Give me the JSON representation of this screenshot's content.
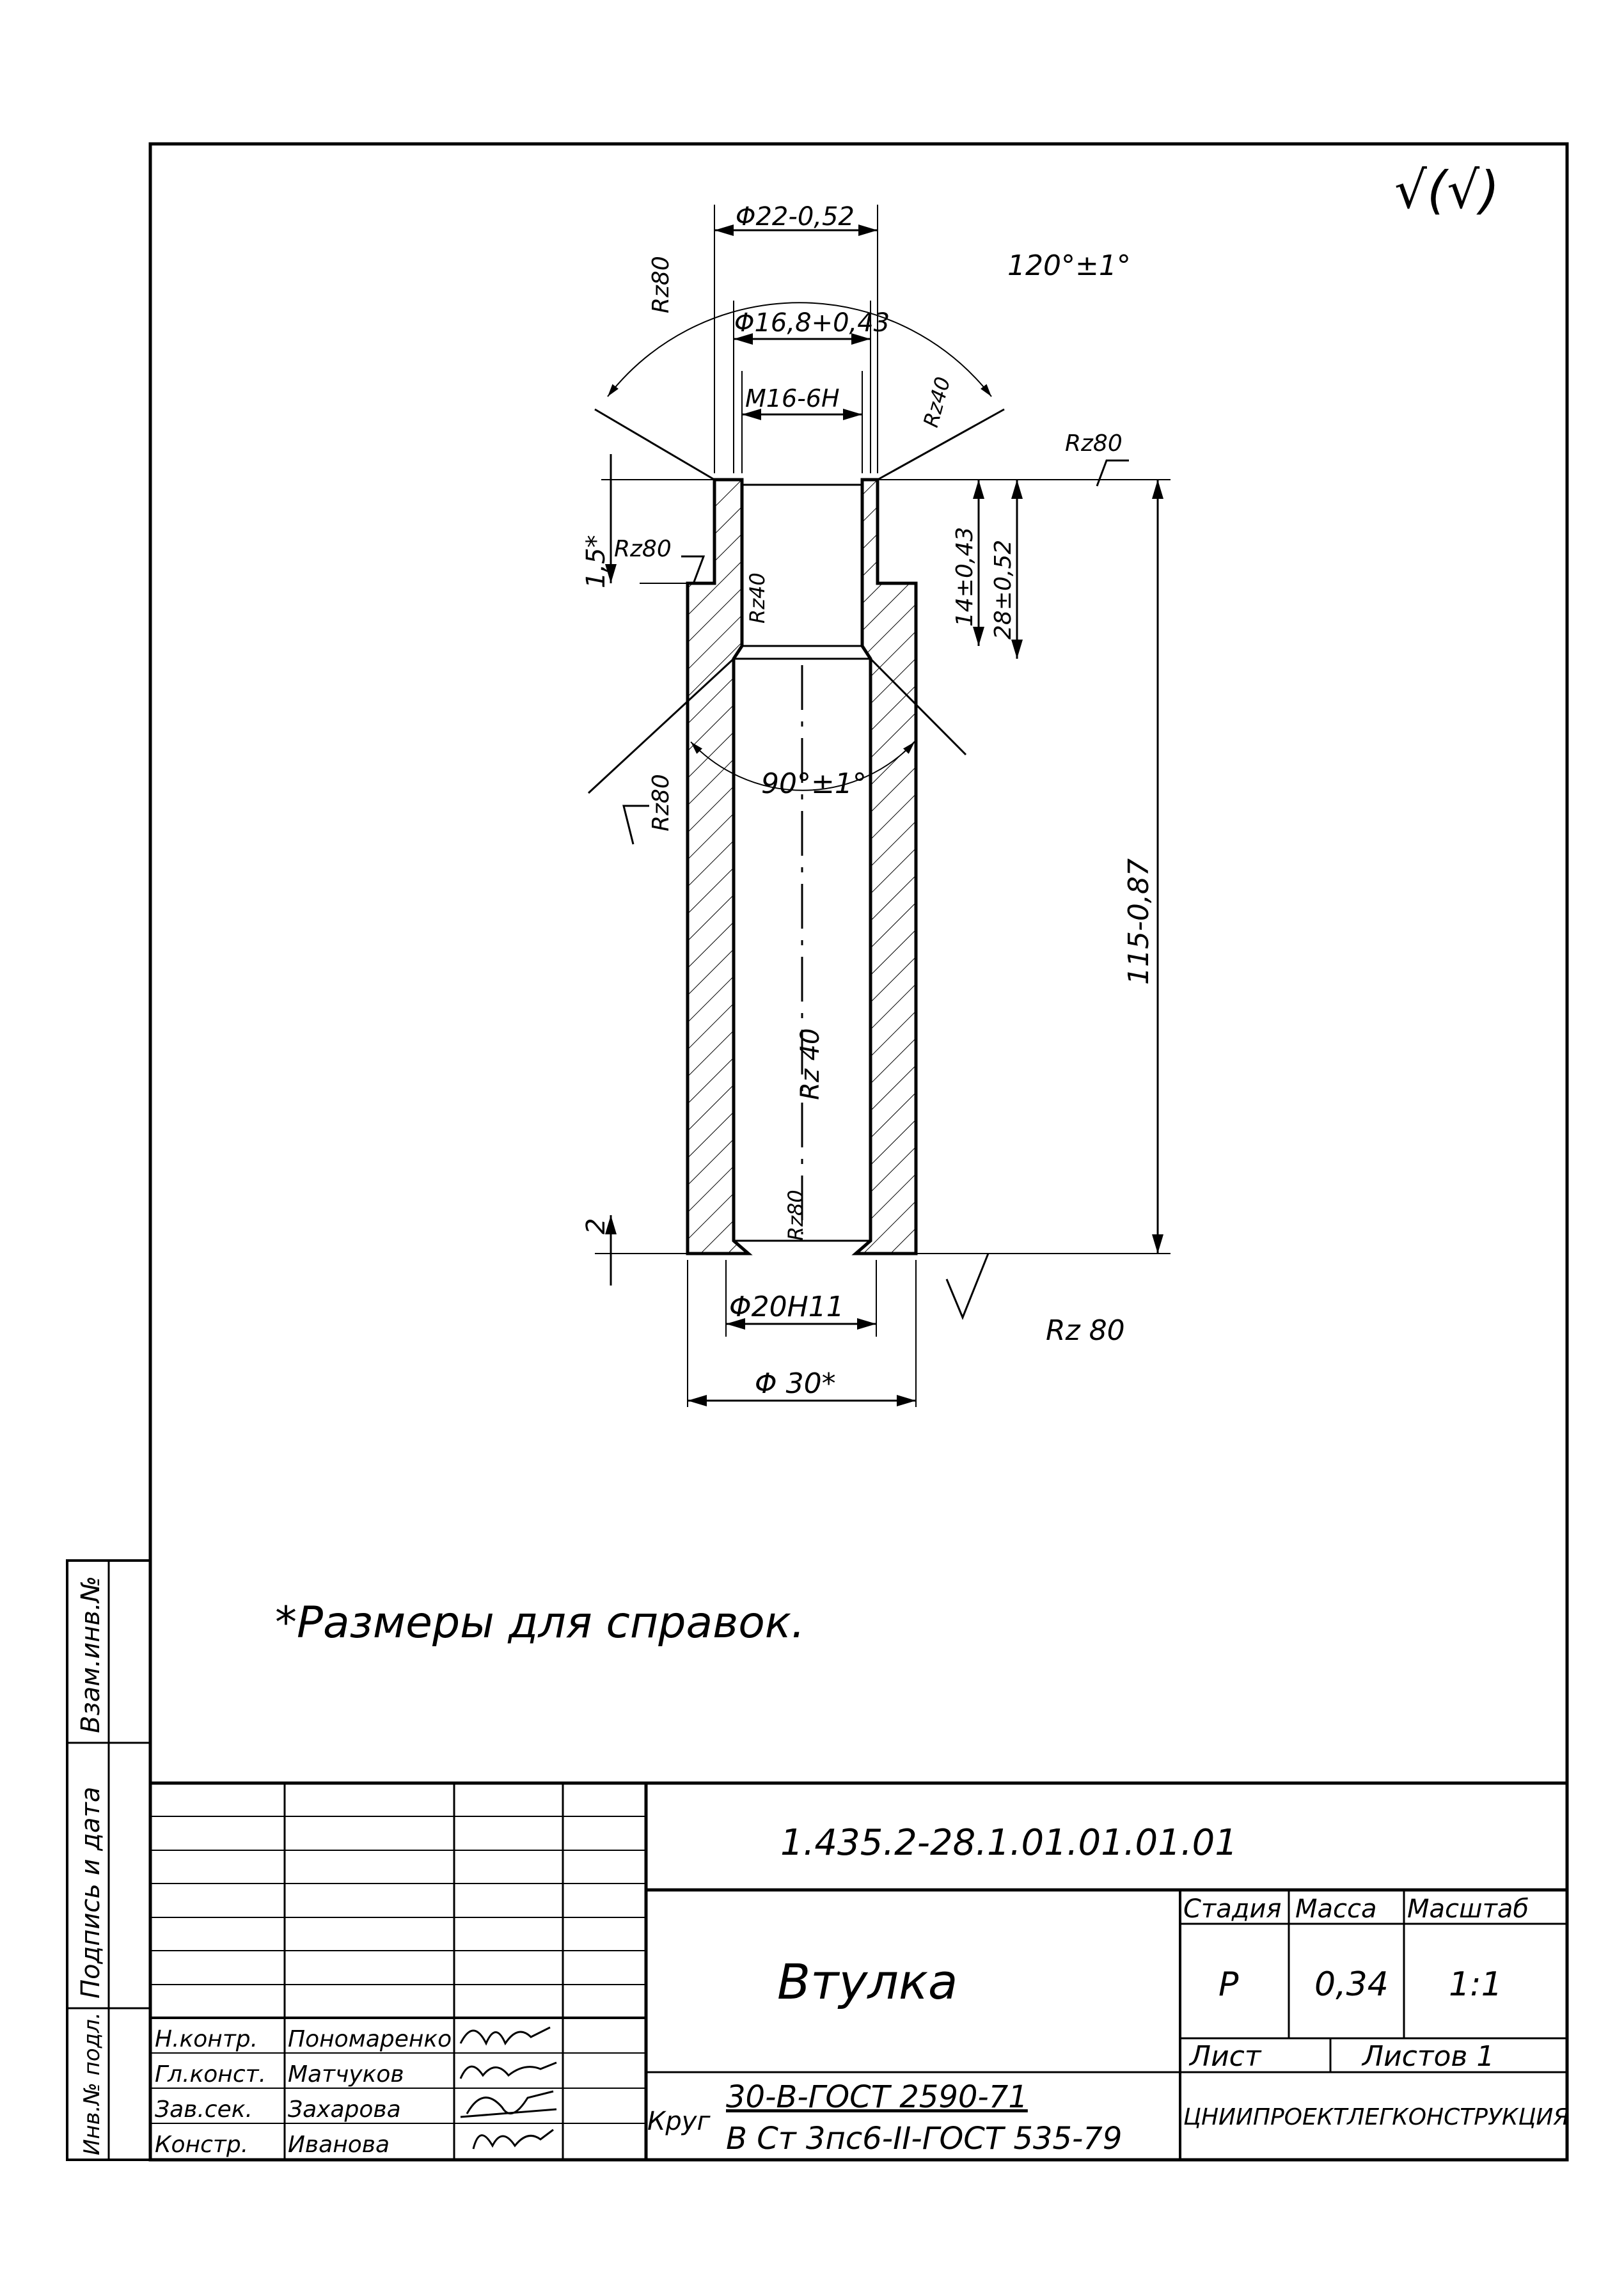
{
  "drawing": {
    "roughness_symbol": "√(√)",
    "dimensions": {
      "outer_top_diameter": "Φ22-0,52",
      "thread_chamfer_diameter": "Φ16,8+0,43",
      "thread": "M16-6H",
      "cone_angle_top": "120°±1°",
      "cone_angle_inner": "90°±1°",
      "chamfer_top": "1,5*",
      "thread_length": "14±0,43",
      "step_length": "28±0,52",
      "overall_length": "115-0,87",
      "bottom_offset": "2",
      "bore_diameter": "Φ20Н11",
      "outer_diameter": "Φ 30*"
    },
    "roughness": {
      "top_left_cone": "Rz80",
      "top_right_cone": "Rz40",
      "top_face": "Rz80",
      "shoulder": "Rz80",
      "thread_bore": "Rz40",
      "inner_cone": "Rz80",
      "bore": "Rz 40",
      "bottom_chamfer": "Rz80",
      "bottom_face": "Rz 80"
    },
    "note": "*Размеры для справок."
  },
  "title_block": {
    "designation": "1.435.2-28.1.01.01.01.01",
    "name": "Втулка",
    "headers": {
      "stage": "Стадия",
      "mass": "Масса",
      "scale": "Масштаб"
    },
    "values": {
      "stage": "Р",
      "mass": "0,34",
      "scale": "1:1"
    },
    "sheet_label": "Лист",
    "sheets_label": "Листов 1",
    "material_prefix": "Круг",
    "material_line1": "30-В-ГОСТ 2590-71",
    "material_line2": "В Ст 3пс6-II-ГОСТ 535-79",
    "organization": "ЦНИИПРОЕКТЛЕГКОНСТРУКЦИЯ",
    "staff": [
      {
        "role": "Н.контр.",
        "name": "Пономаренко"
      },
      {
        "role": "Гл.конст.",
        "name": "Матчуков"
      },
      {
        "role": "Зав.сек.",
        "name": "Захарова"
      },
      {
        "role": "Констр.",
        "name": "Иванова"
      }
    ]
  },
  "side_stamp": {
    "field1": "Взам.инв.№",
    "field2": "Подпись и дата",
    "field3": "Инв.№ подл."
  }
}
